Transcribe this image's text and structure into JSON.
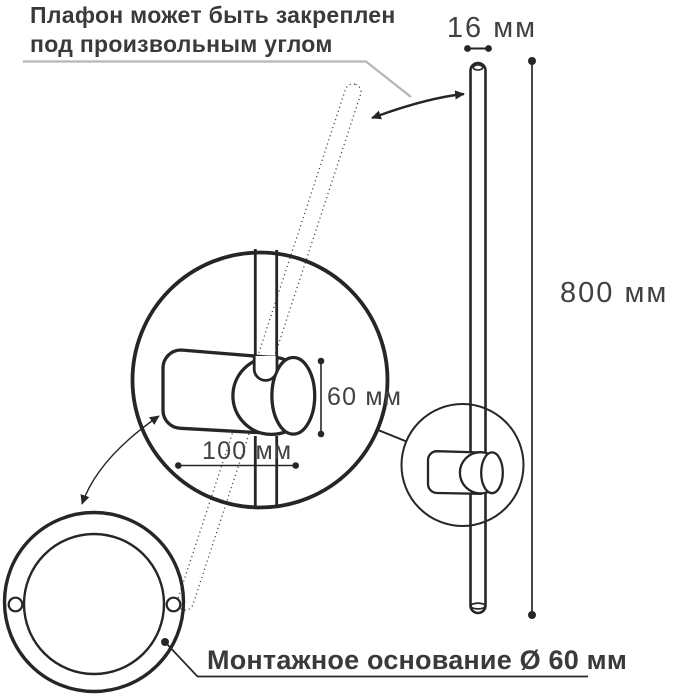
{
  "note": {
    "line1": "Плафон может быть закреплен",
    "line2": "под произвольным углом"
  },
  "dimensions": {
    "tube_diameter": "16 мм",
    "tube_length": "800 мм",
    "mount_depth": "60 мм",
    "mount_width": "100 мм"
  },
  "base": {
    "label": "Монтажное основание Ø 60 мм"
  },
  "icons": {
    "rotation_arrow": "double-headed-curved-arrow",
    "detail_link_arrow": "double-headed-curved-arrow"
  },
  "colors": {
    "line": "#262626",
    "text": "#3a3a3a",
    "leader_gray": "#b6b6b6",
    "dashed_outline": "#4d4d4d",
    "background": "#ffffff"
  }
}
